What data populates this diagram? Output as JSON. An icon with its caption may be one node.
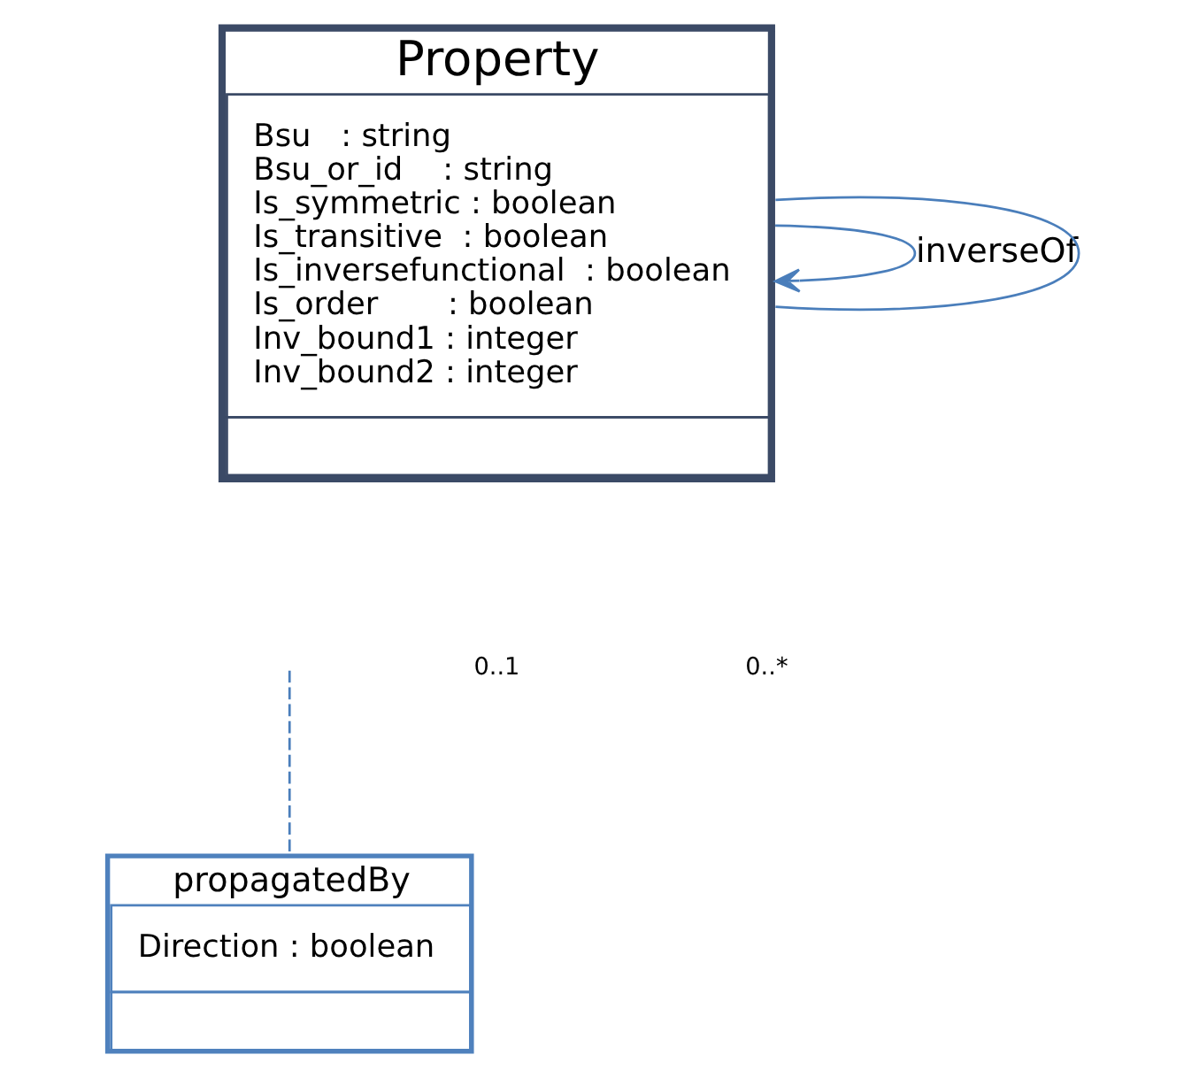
{
  "diagram": {
    "nodes": [
      {
        "text": [
          "Property",
          "Bsu   : string",
          "Bsu_or_id    : string",
          "Is_symmetric : boolean",
          "Is_transitive  : boolean",
          "Is_inversefunctional  : boolean",
          "Is_order       : boolean",
          "Inv_bound1 : integer",
          "Inv_bound2 : integer"
        ]
      },
      {
        "text": [
          "propagatedBy",
          "Direction : boolean"
        ]
      }
    ],
    "edges": [
      {
        "from": 0,
        "to": 0,
        "arrow": "to",
        "label": "inverseOf"
      },
      {
        "from": 0,
        "to": 0,
        "arrow": "none"
      },
      {
        "from": 1,
        "to": null,
        "arrow": "none",
        "style": "dashed"
      }
    ],
    "labels": [
      "0..1",
      "0..*"
    ]
  }
}
